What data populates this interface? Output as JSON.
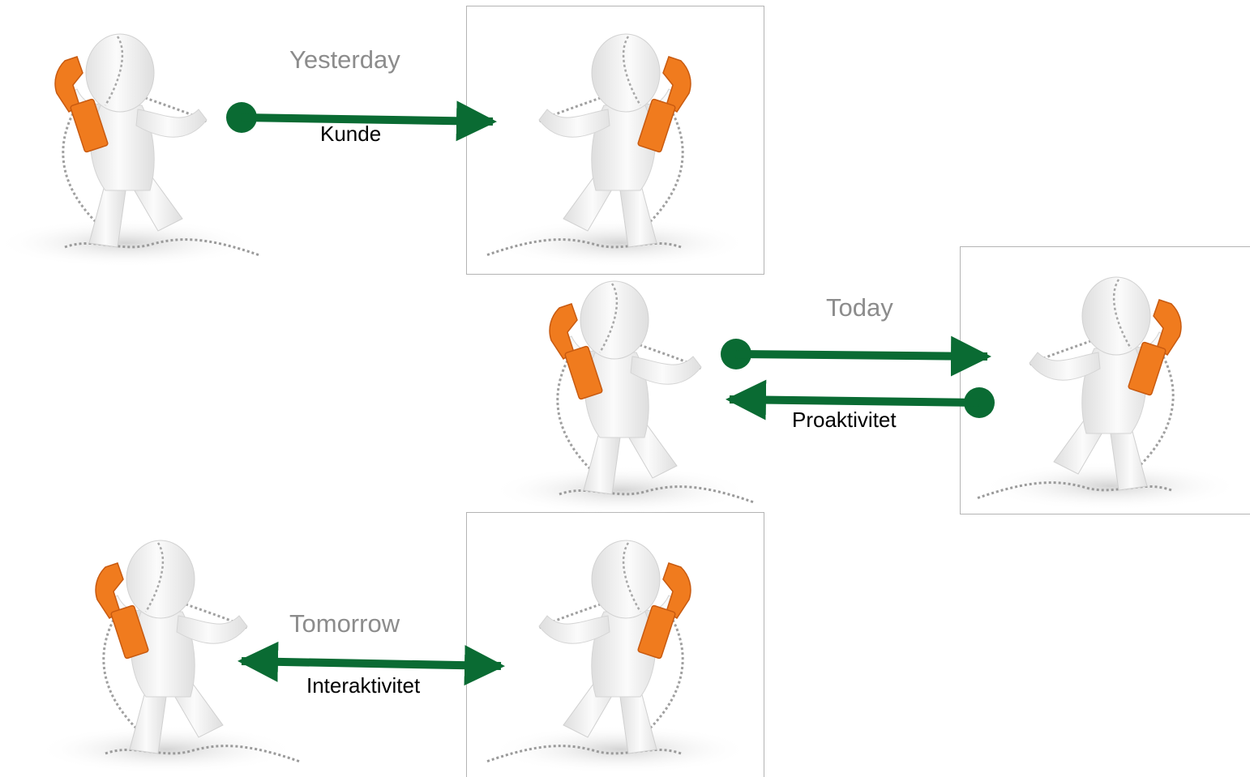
{
  "colors": {
    "arrow": "#0a6b33",
    "phone": "#f07b1e",
    "phone_dark": "#c85a10",
    "figure": "#f7f7f7",
    "figure_shade": "#dcdcdc",
    "label_gray": "#8c8c8c",
    "frame": "#b4b4b4"
  },
  "icons": {
    "figure": "person-on-phone-icon"
  },
  "scenes": {
    "yesterday": {
      "title": "Yesterday",
      "flow_label": "Kunde"
    },
    "today": {
      "title": "Today",
      "flow_label": "Proaktivitet"
    },
    "tomorrow": {
      "title": "Tomorrow",
      "flow_label": "Interaktivitet"
    }
  }
}
